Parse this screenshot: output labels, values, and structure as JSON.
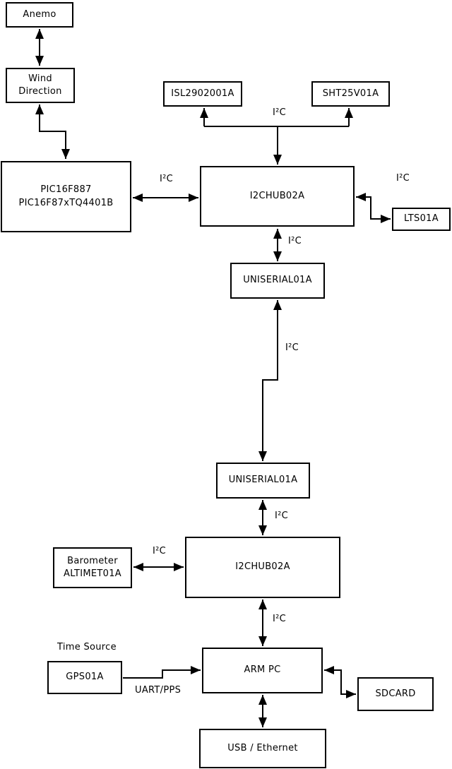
{
  "colors": {
    "background": "#ffffff",
    "line": "#000000"
  },
  "nodes": {
    "anemo": {
      "label": "Anemo"
    },
    "wind_direction": {
      "label": "Wind\nDirection"
    },
    "pic": {
      "label": "PIC16F887\nPIC16F87xTQ4401B"
    },
    "isl": {
      "label": "ISL2902001A"
    },
    "sht": {
      "label": "SHT25V01A"
    },
    "hub1": {
      "label": "I2CHUB02A"
    },
    "lts": {
      "label": "LTS01A"
    },
    "uniserial1": {
      "label": "UNISERIAL01A"
    },
    "uniserial2": {
      "label": "UNISERIAL01A"
    },
    "barometer": {
      "label": "Barometer\nALTIMET01A"
    },
    "hub2": {
      "label": "I2CHUB02A"
    },
    "gps": {
      "label": "GPS01A"
    },
    "arm_pc": {
      "label": "ARM PC"
    },
    "sdcard": {
      "label": "SDCARD"
    },
    "usb_ethernet": {
      "label": "USB / Ethernet"
    }
  },
  "labels": {
    "i2c": "I²C",
    "time_source": "Time Source",
    "uart_pps": "UART/PPS"
  }
}
